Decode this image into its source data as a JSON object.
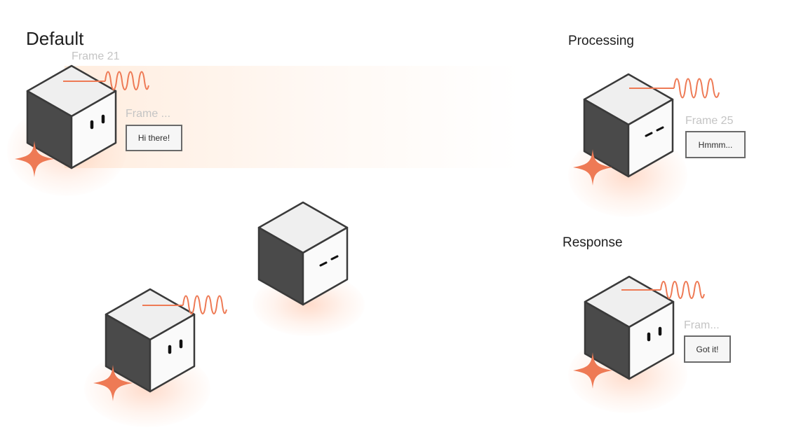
{
  "sections": {
    "default": {
      "title": "Default"
    },
    "processing": {
      "title": "Processing"
    },
    "response": {
      "title": "Response"
    }
  },
  "frames": {
    "frame_21": {
      "label": "Frame 21"
    },
    "frame_truncated": {
      "label": "Frame ..."
    },
    "frame_25": {
      "label": "Frame 25"
    },
    "frame_short": {
      "label": "Fram..."
    }
  },
  "bubbles": {
    "default": "Hi there!",
    "processing": "Hmmm...",
    "response": "Got it!"
  },
  "colors": {
    "cube_top": "#efefef",
    "cube_left": "#4a4a4a",
    "cube_right": "#fafafa",
    "outline": "#3a3a3a",
    "accent": "#ee7a55"
  }
}
